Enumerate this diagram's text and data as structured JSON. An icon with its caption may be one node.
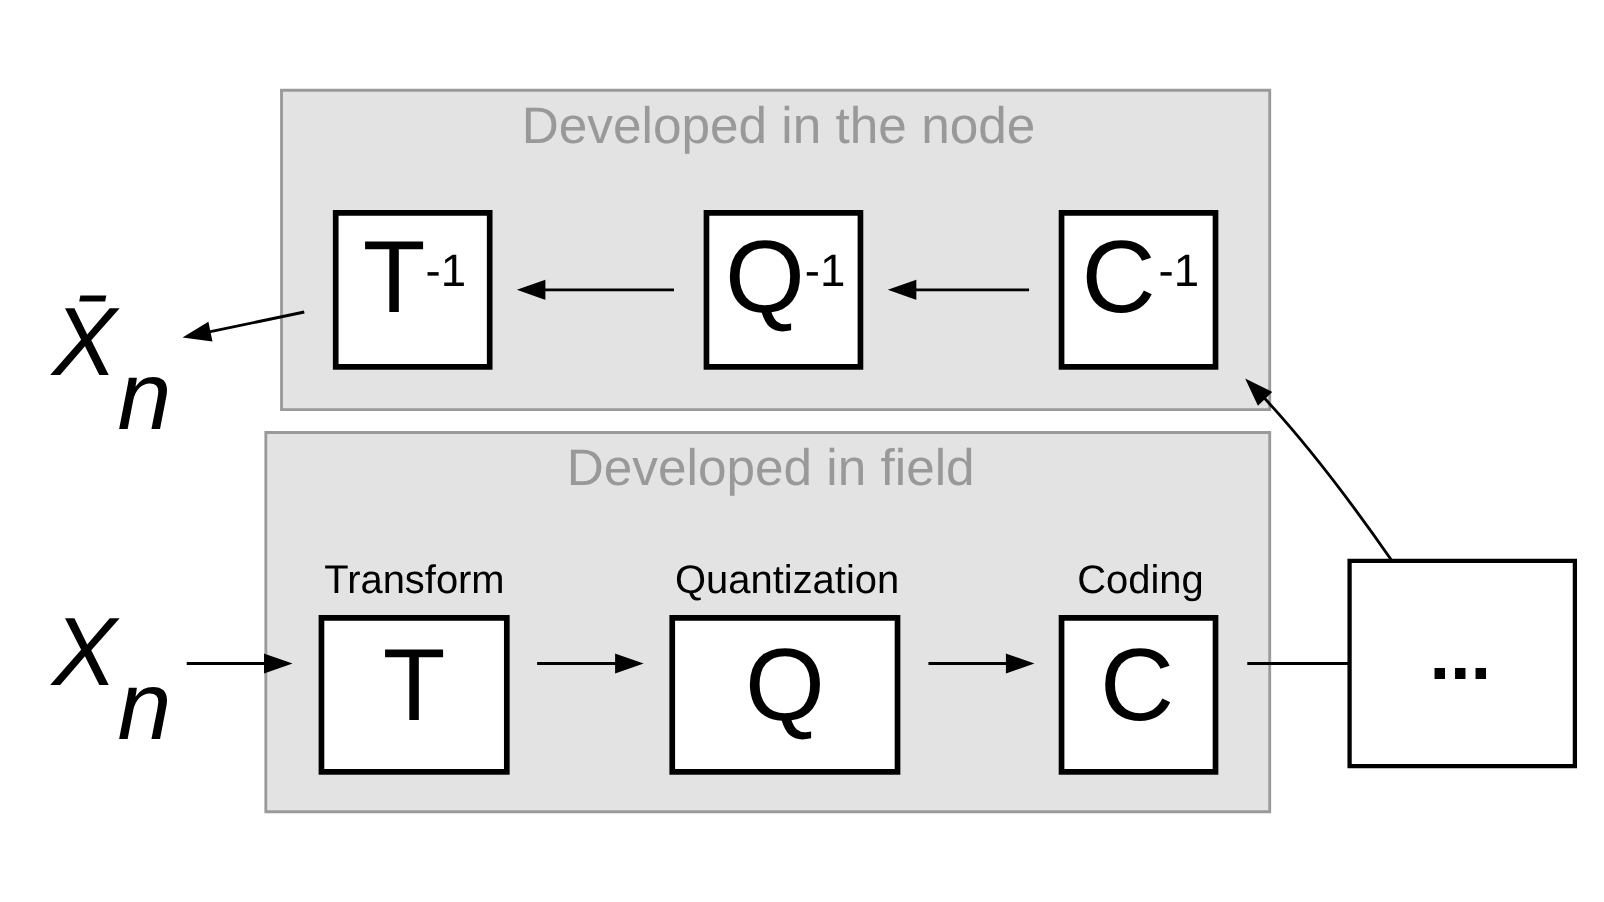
{
  "diagram": {
    "nodes": [
      {
        "text": [
          "Developed in field"
        ]
      },
      {
        "text": [
          "X$_{n}$"
        ]
      },
      {
        "text": [
          "Transform",
          "T"
        ],
        "in": 0
      },
      {
        "text": [
          "Quantization",
          "Q"
        ],
        "in": 0
      },
      {
        "text": [
          "Coding",
          "C"
        ],
        "in": 0
      },
      {
        "text": [
          "..."
        ]
      },
      {
        "text": [
          "Developed in the node"
        ]
      },
      {
        "text": [
          "X̄$_{n}$"
        ]
      },
      {
        "text": [
          "T$^{-1}$"
        ],
        "in": 6
      },
      {
        "text": [
          "Q$^{-1}$"
        ],
        "in": 6
      },
      {
        "text": [
          "C$^{-1}$"
        ],
        "in": 6
      }
    ],
    "edges": [
      {
        "from": 1,
        "to": 2,
        "arrow": "to"
      },
      {
        "from": 2,
        "to": 3,
        "arrow": "to"
      },
      {
        "from": 3,
        "to": 4,
        "arrow": "to"
      },
      {
        "from": 4,
        "to": 5,
        "arrow": "none"
      },
      {
        "from": 5,
        "to": 10,
        "arrow": "to"
      },
      {
        "from": 10,
        "to": 9,
        "arrow": "to"
      },
      {
        "from": 9,
        "to": 8,
        "arrow": "to"
      },
      {
        "from": 8,
        "to": 7,
        "arrow": "to"
      }
    ]
  }
}
